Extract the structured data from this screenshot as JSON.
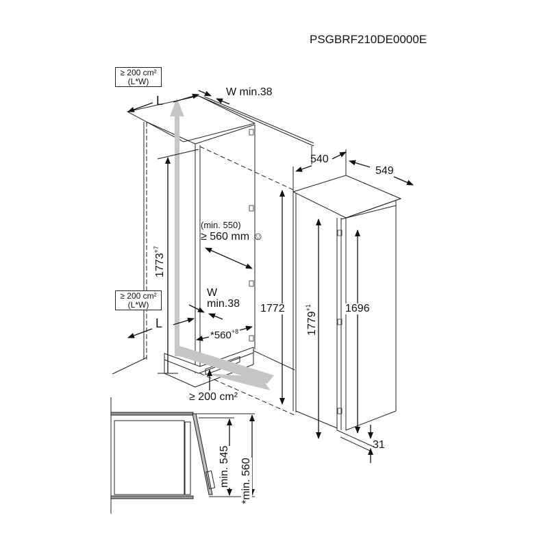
{
  "title": "PSGBRF210DE0000E",
  "ventilation_top": {
    "area_box": {
      "line1": "≥ 200 cm²",
      "line2": "(L*W)"
    },
    "length_label": "L",
    "width_label": "W min.38"
  },
  "ventilation_bottom": {
    "area_box": {
      "line1": "≥ 200 cm²",
      "line2": "(L*W)"
    },
    "length_label": "L",
    "width_label_w": "W",
    "width_label_min": "min.38",
    "plinth_vent": "≥ 200 cm²"
  },
  "niche": {
    "height": "1773",
    "height_tolerance": "+7",
    "depth_note_min": "(min. 550)",
    "depth": "≥ 560 mm",
    "depth_icon": "smiley-icon",
    "width": "*560",
    "width_tolerance": "+8",
    "ref_height": "1772"
  },
  "appliance": {
    "width": "540",
    "depth": "549",
    "height": "1779",
    "height_tolerance": "+1",
    "door_height": "1696",
    "bottom_offset": "31"
  },
  "door_clearance": {
    "min_545": "min. 545",
    "min_560": "*min. 560"
  },
  "colors": {
    "line": "#222222",
    "airflow_arrow": "#c8c8c8",
    "background": "#ffffff"
  }
}
